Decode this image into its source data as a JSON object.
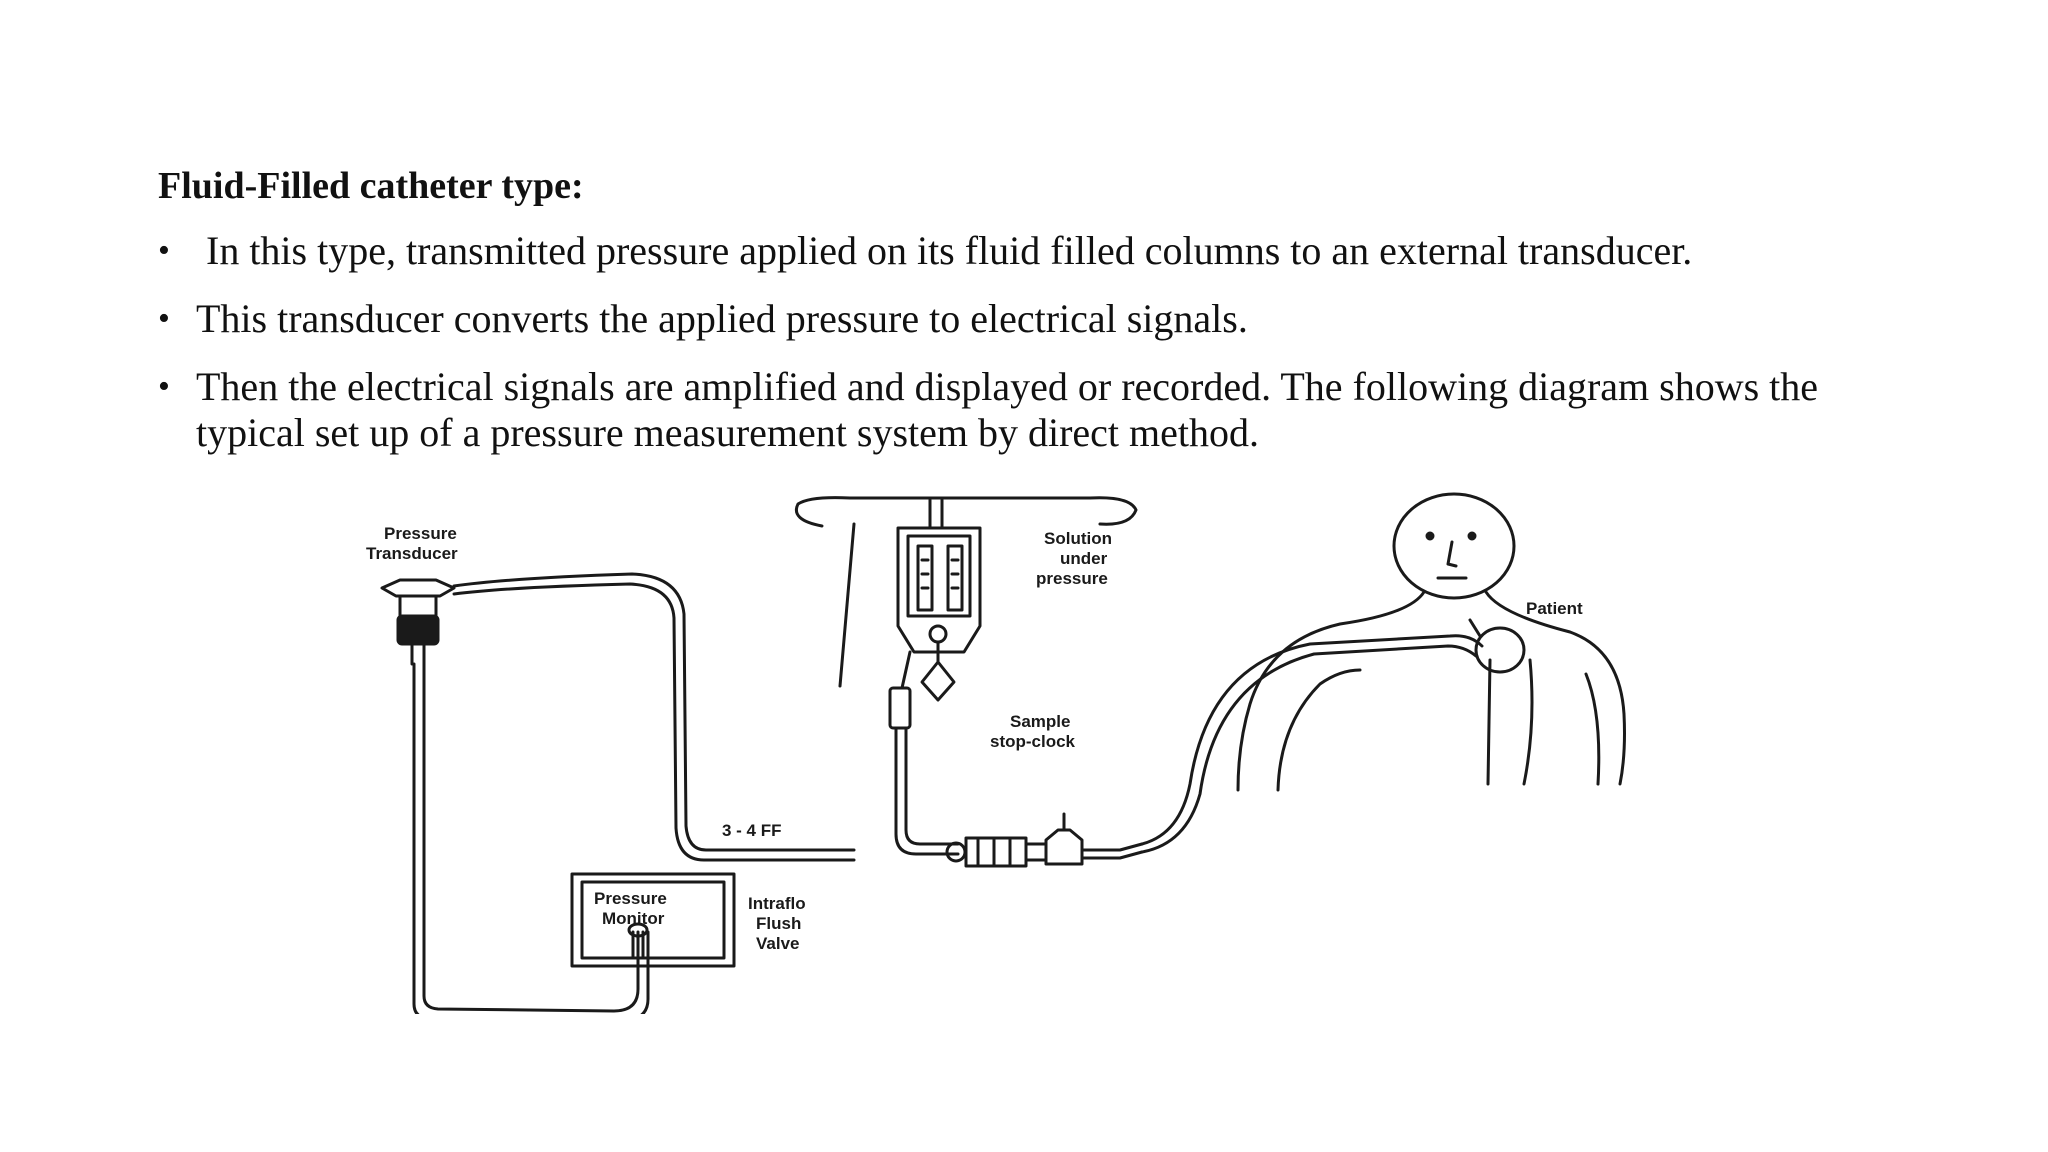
{
  "slide": {
    "heading": "Fluid-Filled catheter type:",
    "bullets": [
      "In this type, transmitted pressure applied on its fluid filled columns to an external transducer.",
      "This transducer converts the applied pressure to electrical signals.",
      "Then the electrical signals are amplified and displayed or recorded. The following diagram shows the typical set up of a pressure measurement system by direct method."
    ],
    "bullet_marker": "•"
  },
  "diagram": {
    "labels": {
      "transducer_1": "Pressure",
      "transducer_2": "Transducer",
      "solution_1": "Solution",
      "solution_2": "under",
      "solution_3": "pressure",
      "patient": "Patient",
      "sample_1": "Sample",
      "sample_2": "stop-clock",
      "catheter": "3 - 4 FF",
      "monitor_1": "Pressure",
      "monitor_2": "Monitor",
      "flush_1": "Intraflo",
      "flush_2": "Flush",
      "flush_3": "Valve"
    }
  }
}
